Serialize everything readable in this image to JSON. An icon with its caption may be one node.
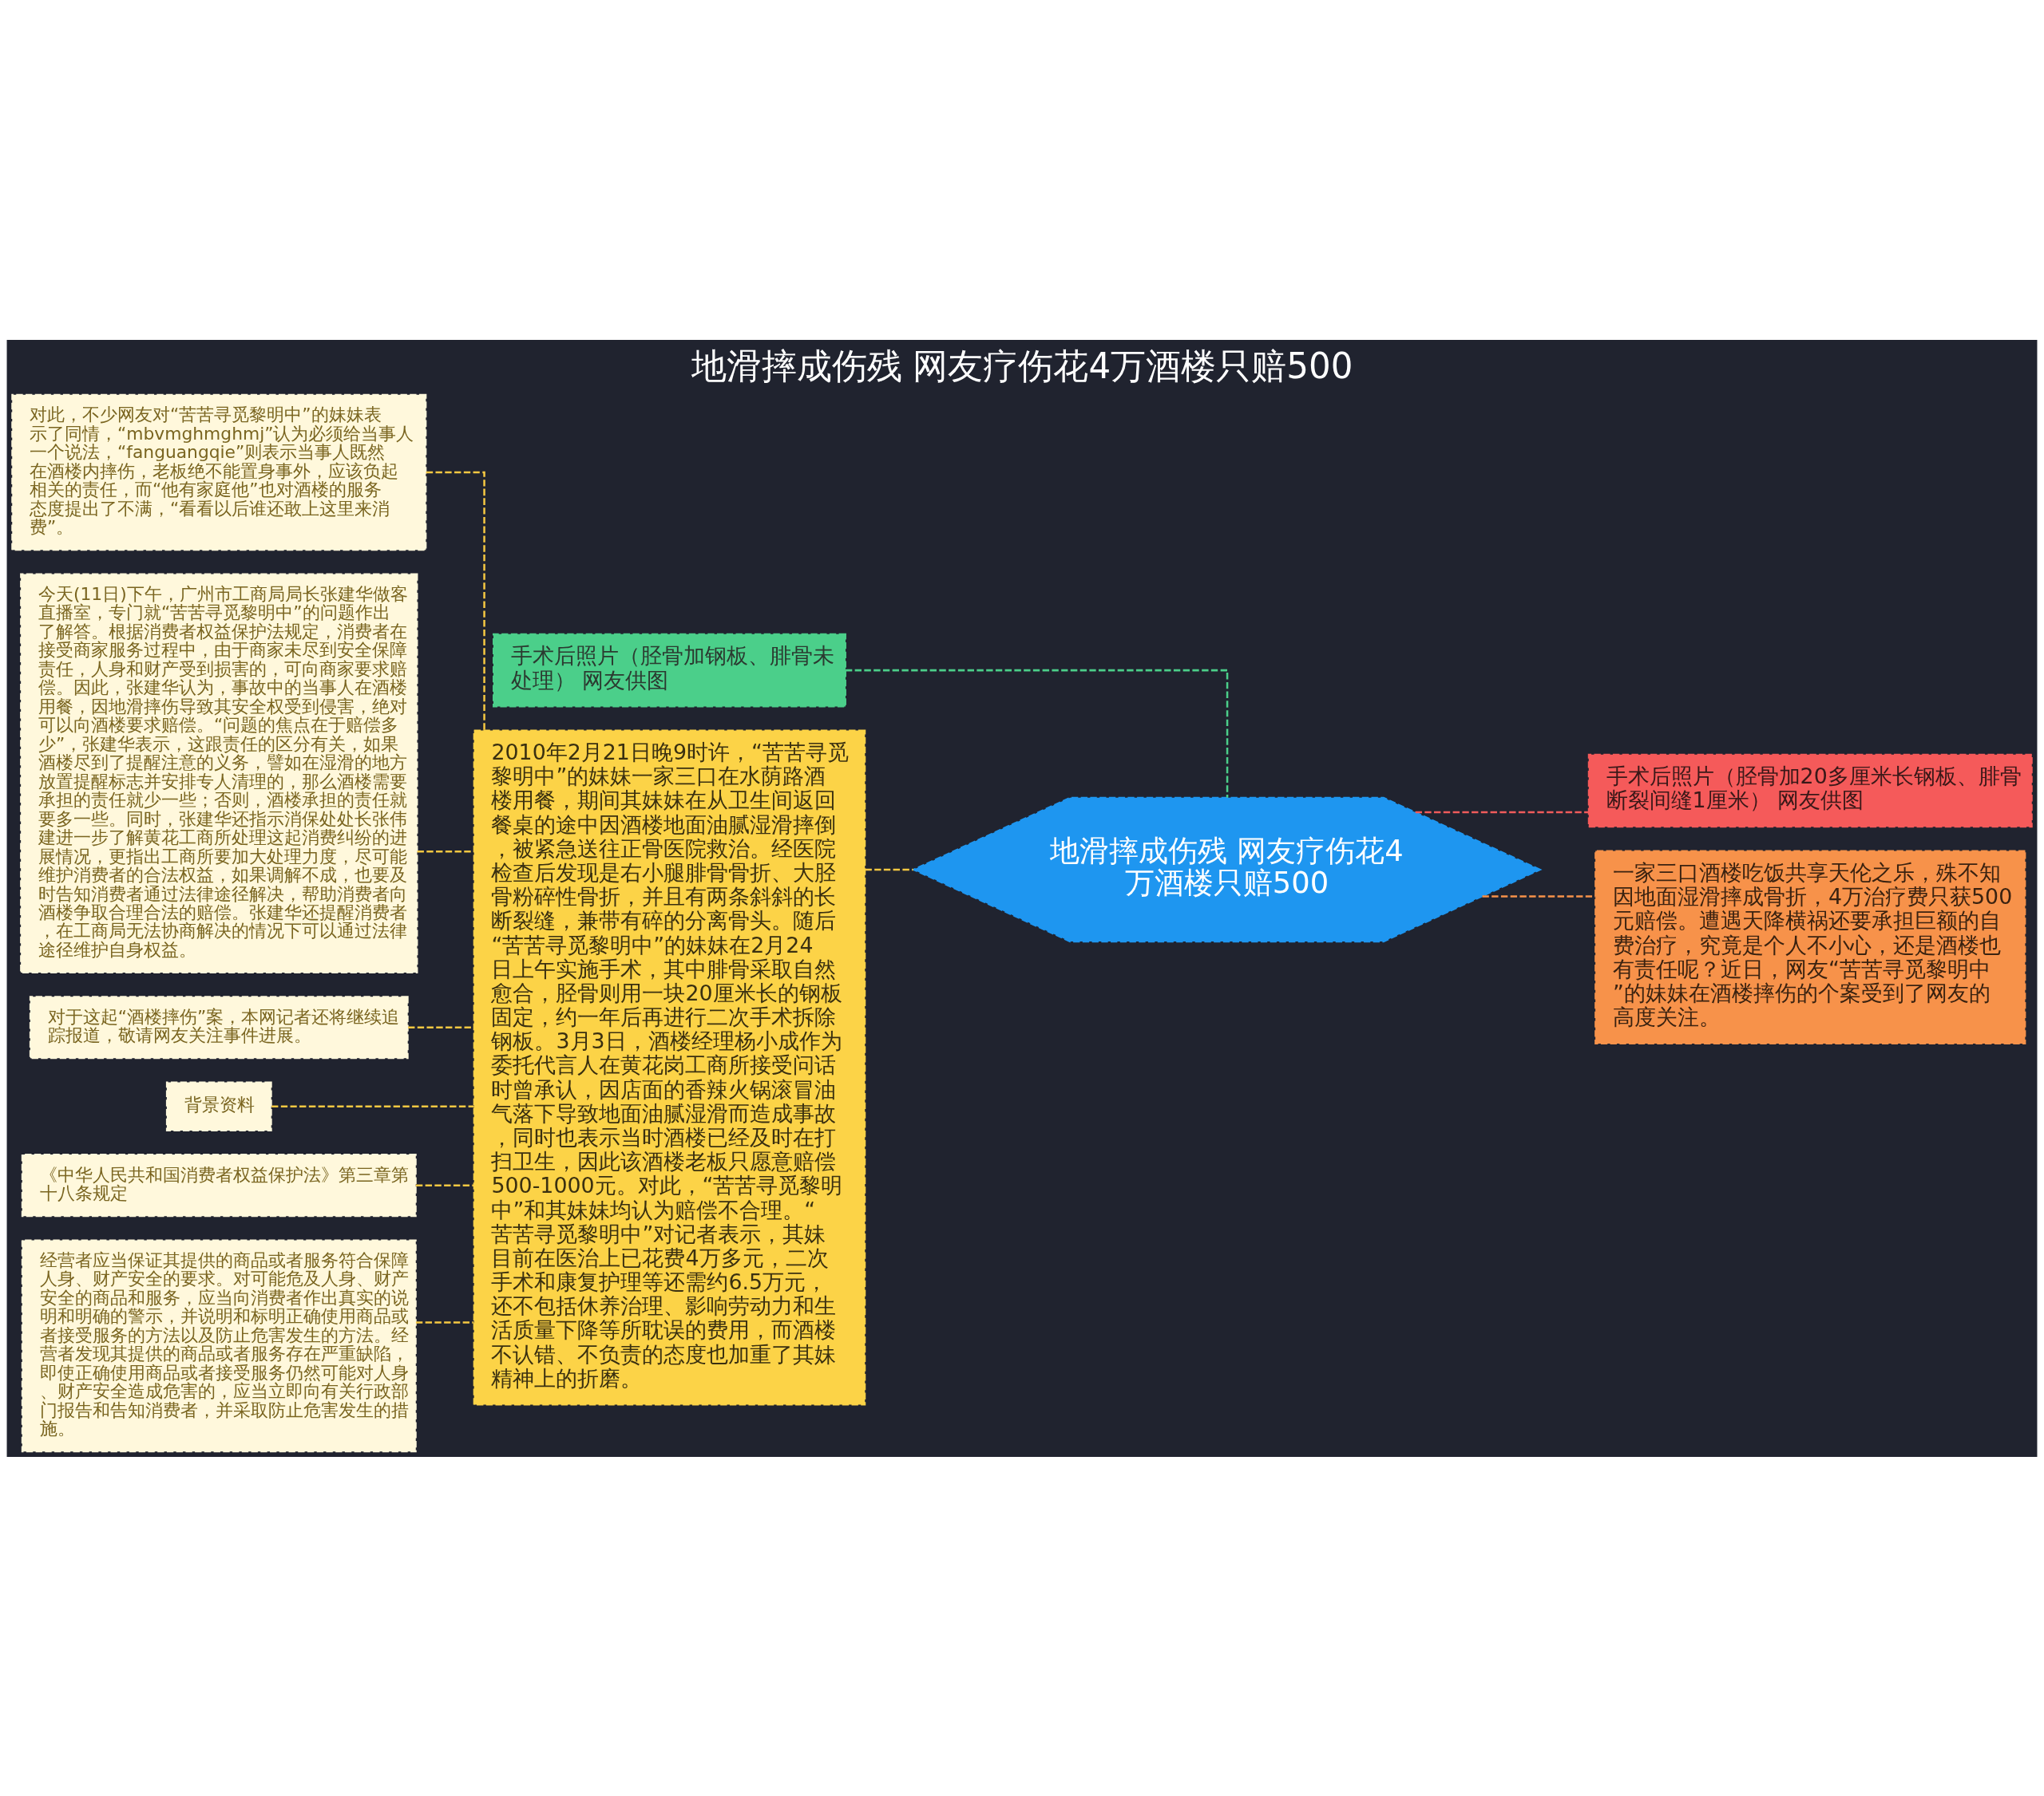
{
  "diagram": {
    "title": "地滑摔成伤残 网友疗伤花4万酒楼只赔500",
    "nodes": [
      {
        "text": [
          "地滑摔成伤残 网友疗伤花4万酒楼只赔500"
        ]
      },
      {
        "text": [
          "手术后照片（胫骨加钢板、腓骨未处理） 网友供图"
        ]
      },
      {
        "text": [
          "2010年2月21日晚9时许，“苦苦寻觅黎明中”的妹妹一家三口在水荫路酒楼用餐，期间其妹妹在从卫生间返回餐桌的途中因酒楼地面油腻湿滑摔倒，被紧急送往正骨医院救治。经医院检查后发现是右小腿腓骨骨折、大胫骨粉碎性骨折，并且有两条斜斜的长断裂缝，兼带有碎的分离骨头。随后“苦苦寻觅黎明中”的妹妹在2月24日上午实施手术，其中腓骨采取自然愈合，胫骨则用一块20厘米长的钢板固定，约一年后再进行二次手术拆除钢板。3月3日，酒楼经理杨小成作为委托代言人在黄花岗工商所接受问话时曾承认，因店面的香辣火锅滚冒油气落下导致地面油腻湿滑而造成事故，同时也表示当时酒楼已经及时在打扫卫生，因此该酒楼老板只愿意赔偿500-1000元。对此，“苦苦寻觅黎明中”和其妹妹均认为赔偿不合理。“苦苦寻觅黎明中”对记者表示，其妹目前在医治上已花费4万多元，二次手术和康复护理等还需约6.5万元，还不包括休养治理、影响劳动力和生活质量下降等所耽误的费用，而酒楼不认错、不负责的态度也加重了其妹精神上的折磨。"
        ]
      },
      {
        "text": [
          "对此，不少网友对“苦苦寻觅黎明中”的妹妹表示了同情，“mbvmghmghmj”认为必须给当事人一个说法，“fanguangqie”则表示当事人既然在酒楼内摔伤，老板绝不能置身事外，应该负起相关的责任，而“他有家庭他”也对酒楼的服务态度提出了不满，“看看以后谁还敢上这里来消费”。"
        ]
      },
      {
        "text": [
          "今天(11日)下午，广州市工商局局长张建华做客直播室，专门就“苦苦寻觅黎明中”的问题作出了解答。根据消费者权益保护法规定，消费者在接受商家服务过程中，由于商家未尽到安全保障责任，人身和财产受到损害的，可向商家要求赔偿。因此，张建华认为，事故中的当事人在酒楼用餐，因地滑摔伤导致其安全权受到侵害，绝对可以向酒楼要求赔偿。“问题的焦点在于赔偿多少”，张建华表示，这跟责任的区分有关，如果酒楼尽到了提醒注意的义务，譬如在湿滑的地方放置提醒标志并安排专人清理的，那么酒楼需要承担的责任就少一些；否则，酒楼承担的责任就要多一些。同时，张建华还指示消保处处长张伟建进一步了解黄花工商所处理这起消费纠纷的进展情况，更指出工商所要加大处理力度，尽可能维护消费者的合法权益，如果调解不成，也要及时告知消费者通过法律途径解决，帮助消费者向酒楼争取合理合法的赔偿。张建华还提醒消费者，在工商局无法协商解决的情况下可以通过法律途径维护自身权益。"
        ]
      },
      {
        "text": [
          "对于这起“酒楼摔伤”案，本网记者还将继续追踪报道，敬请网友关注事件进展。"
        ]
      },
      {
        "text": [
          "背景资料"
        ]
      },
      {
        "text": [
          "《中华人民共和国消费者权益保护法》第三章第十八条规定"
        ]
      },
      {
        "text": [
          "经营者应当保证其提供的商品或者服务符合保障人身、财产安全的要求。对可能危及人身、财产安全的商品和服务，应当向消费者作出真实的说明和明确的警示，并说明和标明正确使用商品或者接受服务的方法以及防止危害发生的方法。经营者发现其提供的商品或者服务存在严重缺陷，即使正确使用商品或者接受服务仍然可能对人身、财产安全造成危害的，应当立即向有关行政部门报告和告知消费者，并采取防止危害发生的措施。"
        ]
      },
      {
        "text": [
          "手术后照片（胫骨加20多厘米长钢板、腓骨断裂间缝1厘米） 网友供图"
        ]
      },
      {
        "text": [
          "一家三口酒楼吃饭共享天伦之乐，殊不知因地面湿滑摔成骨折，4万治疗费只获500元赔偿。遭遇天降横祸还要承担巨额的自费治疗，究竟是个人不小心，还是酒楼也有责任呢？近日，网友“苦苦寻觅黎明中”的妹妹在酒楼摔伤的个案受到了网友的高度关注。"
        ]
      }
    ],
    "edges": [
      {
        "from": 0,
        "to": 1,
        "arrow": "none",
        "color": "#4bcf8a"
      },
      {
        "from": 0,
        "to": 2,
        "arrow": "none"
      },
      {
        "from": 2,
        "to": 3,
        "arrow": "none"
      },
      {
        "from": 2,
        "to": 4,
        "arrow": "none"
      },
      {
        "from": 2,
        "to": 5,
        "arrow": "none"
      },
      {
        "from": 2,
        "to": 6,
        "arrow": "none"
      },
      {
        "from": 2,
        "to": 7,
        "arrow": "none"
      },
      {
        "from": 2,
        "to": 8,
        "arrow": "none"
      },
      {
        "from": 0,
        "to": 9,
        "arrow": "none",
        "color": "#f05b5b"
      },
      {
        "from": 0,
        "to": 10,
        "arrow": "none",
        "color": "#f7924a"
      }
    ]
  }
}
